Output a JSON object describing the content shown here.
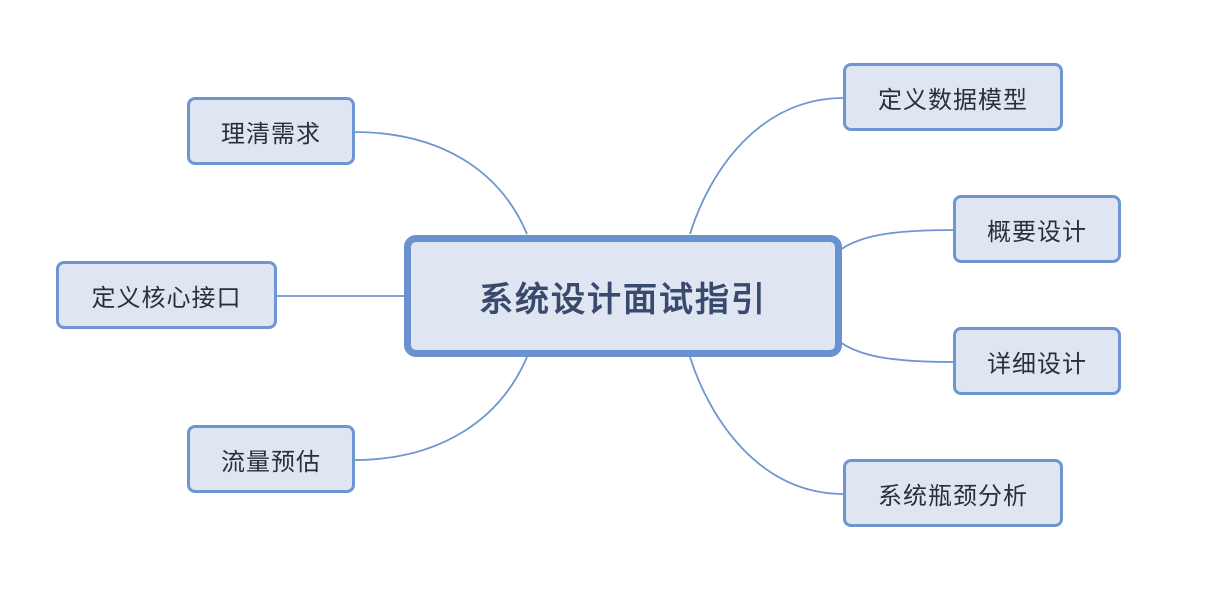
{
  "center": {
    "label": "系统设计面试指引"
  },
  "branches": {
    "requirements": "理清需求",
    "core_interface": "定义核心接口",
    "traffic_estimate": "流量预估",
    "data_model": "定义数据模型",
    "high_level_design": "概要设计",
    "detailed_design": "详细设计",
    "bottleneck_analysis": "系统瓶颈分析"
  },
  "colors": {
    "node_fill": "#dfe6f1",
    "node_border": "#6f96d2",
    "connector": "#6f96d2",
    "text": "#2a2f3a"
  }
}
